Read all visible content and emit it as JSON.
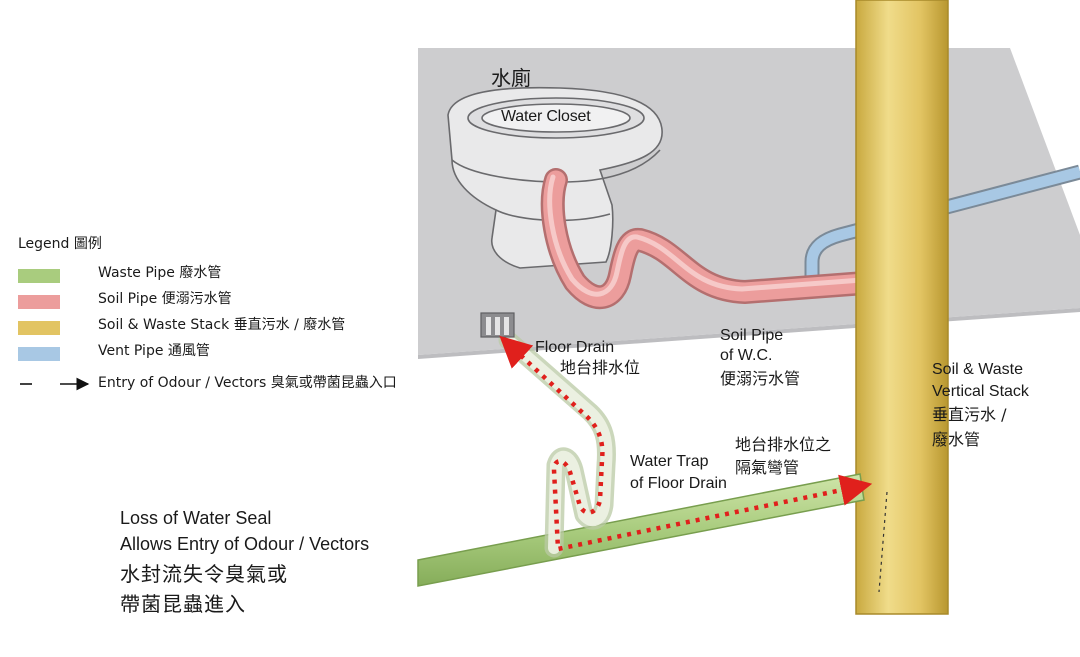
{
  "legend": {
    "title": "Legend 圖例",
    "items": [
      {
        "label": "Waste Pipe 廢水管",
        "color": "#a9cc7e"
      },
      {
        "label": "Soil Pipe 便溺污水管",
        "color": "#ec9d9c"
      },
      {
        "label": "Soil & Waste Stack 垂直污水 / 廢水管",
        "color": "#e2c463"
      },
      {
        "label": "Vent Pipe 通風管",
        "color": "#a8c8e4"
      }
    ],
    "arrow_label": "Entry of Odour / Vectors 臭氣或帶菌昆蟲入口"
  },
  "water_closet": {
    "label_en": "Water Closet",
    "label_cn": "水廁"
  },
  "floor_drain": {
    "label_en": "Floor Drain",
    "label_cn": "地台排水位"
  },
  "soil_pipe_wc": {
    "label_en_1": "Soil Pipe",
    "label_en_2": "of W.C.",
    "label_cn": "便溺污水管"
  },
  "stack": {
    "label_en_1": "Soil & Waste",
    "label_en_2": "Vertical Stack",
    "label_cn_1": "垂直污水 /",
    "label_cn_2": "廢水管"
  },
  "water_trap": {
    "label_en_1": "Water Trap",
    "label_en_2": "of Floor Drain",
    "label_cn_1": "地台排水位之",
    "label_cn_2": "隔氣彎管"
  },
  "loss_note": {
    "label_en_1": "Loss of Water Seal",
    "label_en_2": "Allows Entry of Odour / Vectors",
    "label_cn_1": "水封流失令臭氣或",
    "label_cn_2": "帶菌昆蟲進入"
  },
  "colors": {
    "waste": "#a9cc7e",
    "soil": "#ec9d9c",
    "stack": "#e2c463",
    "vent": "#a8c8e4",
    "floor": "#cdcdcf",
    "arrow": "#e0201c"
  }
}
